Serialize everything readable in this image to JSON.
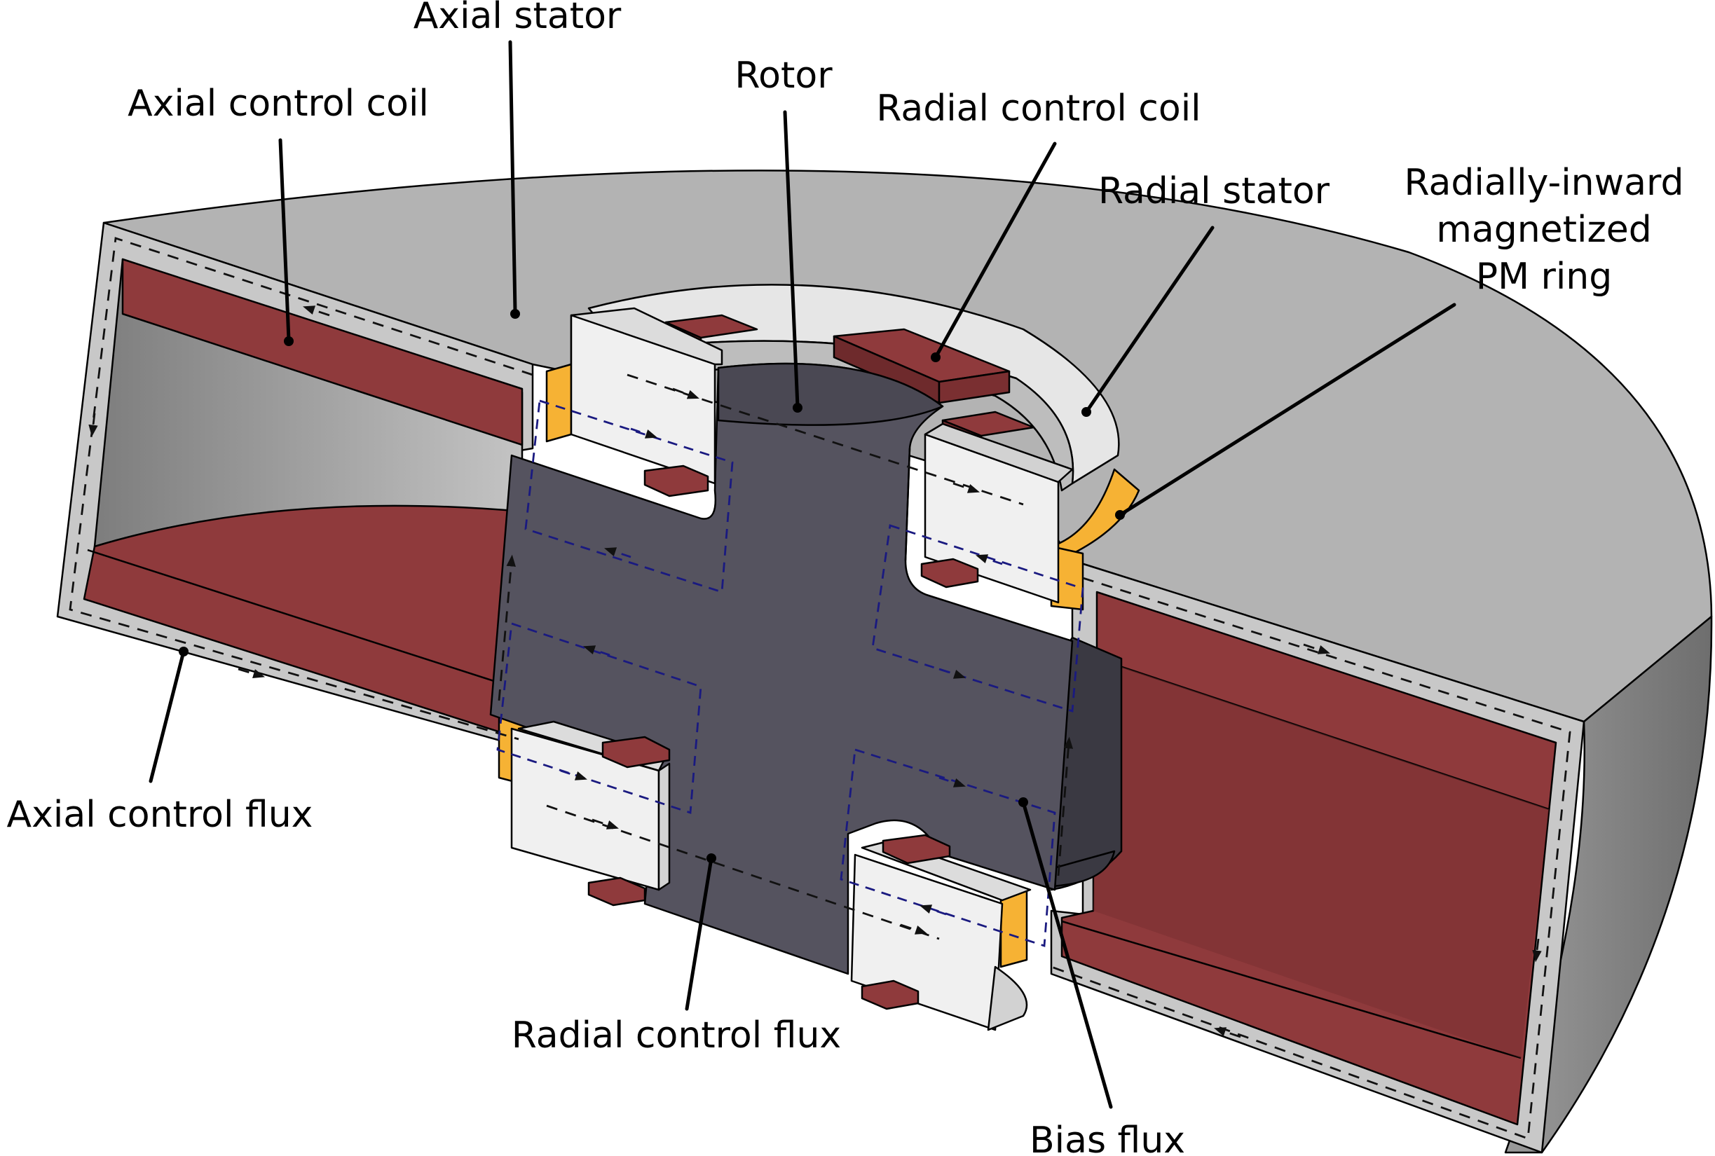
{
  "labels": {
    "axial_stator": "Axial stator",
    "axial_control_coil": "Axial control coil",
    "rotor": "Rotor",
    "radial_control_coil": "Radial control coil",
    "radial_stator": "Radial stator",
    "pm_ring_line1": "Radially-inward",
    "pm_ring_line2": "magnetized",
    "pm_ring_line3": "PM ring",
    "axial_control_flux": "Axial control flux",
    "radial_control_flux": "Radial control flux",
    "bias_flux": "Bias flux"
  },
  "colors": {
    "stator_gray": "#b3b3b3",
    "stator_wall": "#c8c8c8",
    "outer_side": "#8a8a8a",
    "coil_red": "#8f3a3c",
    "coil_red_dark": "#7a2f31",
    "rotor_dark": "#55535f",
    "rotor_side": "#3a3942",
    "pole_white": "#f0f0f0",
    "pole_shade": "#d2d2d2",
    "pm_orange": "#f6b234",
    "bias_flux": "#111111",
    "radial_flux": "#1a1a80"
  }
}
